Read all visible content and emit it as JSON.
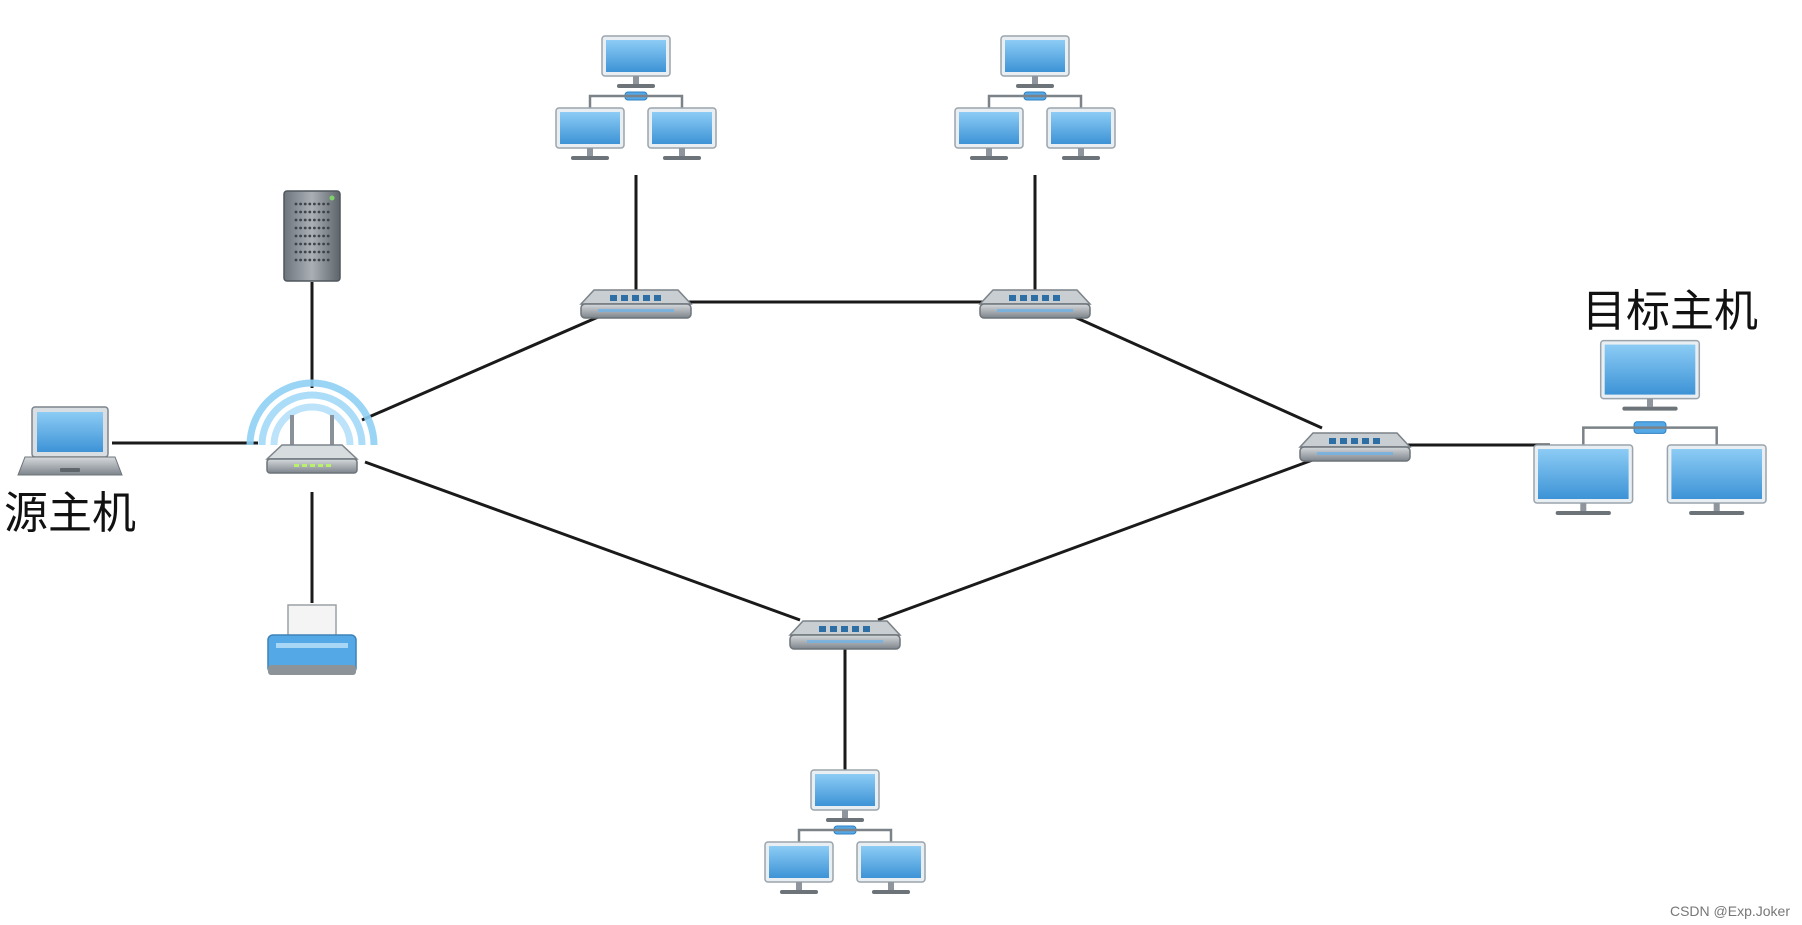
{
  "labels": {
    "source_host": "源主机",
    "target_host": "目标主机"
  },
  "watermark": "CSDN @Exp.Joker",
  "colors": {
    "background": "#ffffff",
    "link": "#1a1a1a",
    "screen": "#55a8e6",
    "screen_dark": "#2f7fc0",
    "device_gray": "#8e959c",
    "wifi_ring": "#8fd0f5"
  },
  "nodes": [
    {
      "id": "laptop",
      "icon": "laptop-icon"
    },
    {
      "id": "server",
      "icon": "server-tower-icon"
    },
    {
      "id": "wireless-router",
      "icon": "wireless-router-icon"
    },
    {
      "id": "printer",
      "icon": "printer-icon"
    },
    {
      "id": "router-top-left",
      "icon": "router-icon"
    },
    {
      "id": "router-top-right",
      "icon": "router-icon"
    },
    {
      "id": "router-right",
      "icon": "router-icon"
    },
    {
      "id": "router-bottom",
      "icon": "router-icon"
    },
    {
      "id": "lan-top-left",
      "icon": "computer-network-icon"
    },
    {
      "id": "lan-top-right",
      "icon": "computer-network-icon"
    },
    {
      "id": "lan-bottom",
      "icon": "computer-network-icon"
    },
    {
      "id": "target-lan",
      "icon": "computer-network-icon"
    }
  ],
  "links": [
    {
      "from": "laptop",
      "to": "wireless-router"
    },
    {
      "from": "server",
      "to": "wireless-router"
    },
    {
      "from": "printer",
      "to": "wireless-router"
    },
    {
      "from": "wireless-router",
      "to": "router-top-left"
    },
    {
      "from": "wireless-router",
      "to": "router-bottom"
    },
    {
      "from": "router-top-left",
      "to": "router-top-right"
    },
    {
      "from": "router-top-left",
      "to": "lan-top-left"
    },
    {
      "from": "router-top-right",
      "to": "lan-top-right"
    },
    {
      "from": "router-top-right",
      "to": "router-right"
    },
    {
      "from": "router-bottom",
      "to": "router-right"
    },
    {
      "from": "router-bottom",
      "to": "lan-bottom"
    },
    {
      "from": "router-right",
      "to": "target-lan"
    }
  ]
}
